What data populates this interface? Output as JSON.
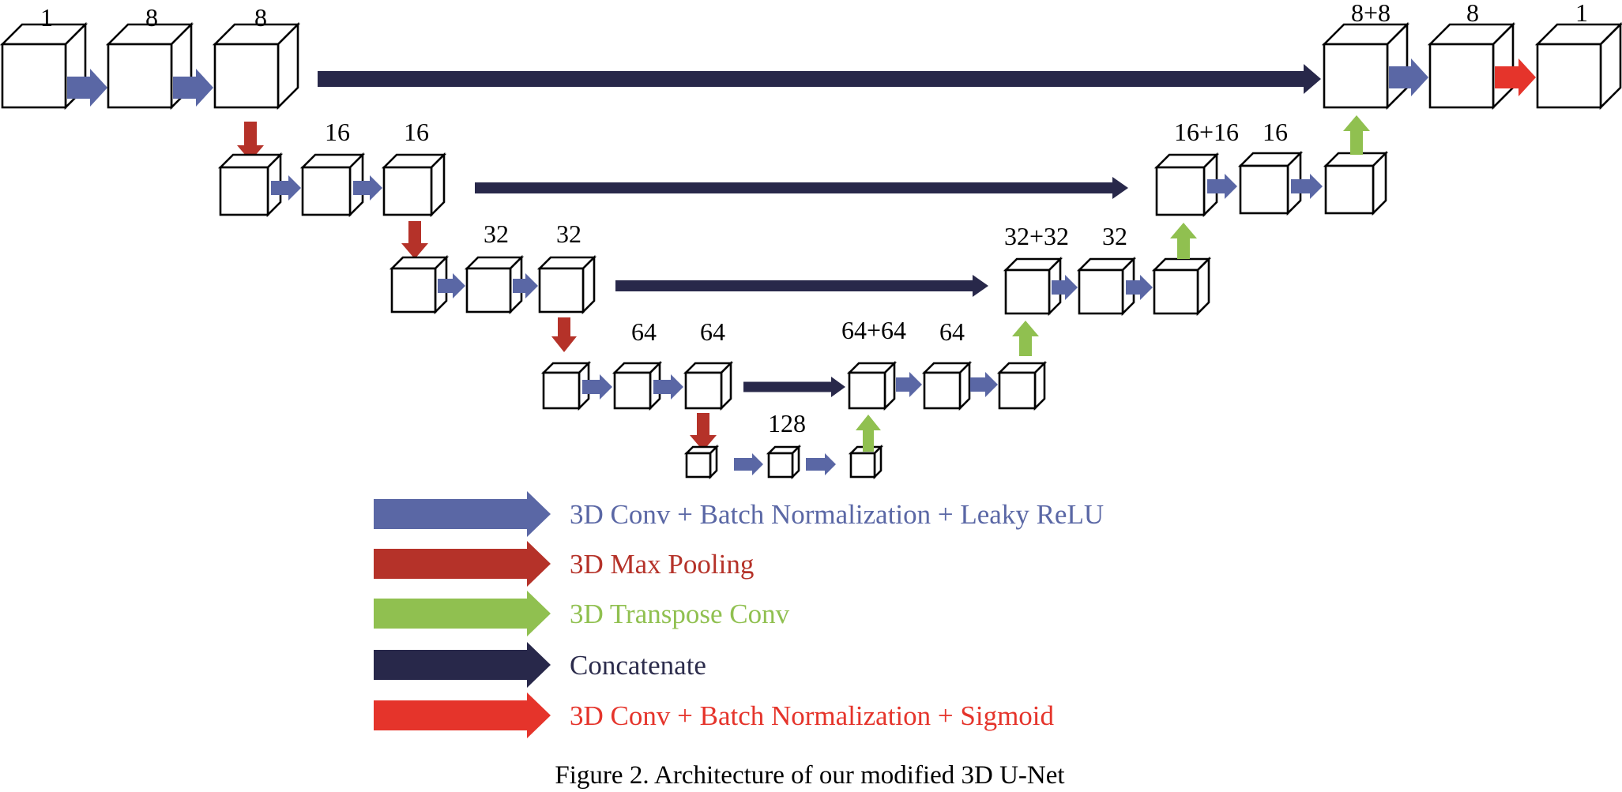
{
  "colors": {
    "conv": "#5a67a5",
    "pool": "#b53229",
    "transpose": "#90c050",
    "concat": "#28284a",
    "sigmoid": "#e5342b",
    "box": "#000000"
  },
  "levels": [
    {
      "id": "L0",
      "encoder_labels": [
        "1",
        "8",
        "8"
      ],
      "decoder_labels": [
        "8+8",
        "8",
        "1"
      ]
    },
    {
      "id": "L1",
      "encoder_labels": [
        "16",
        "16"
      ],
      "decoder_labels": [
        "16+16",
        "16"
      ]
    },
    {
      "id": "L2",
      "encoder_labels": [
        "32",
        "32"
      ],
      "decoder_labels": [
        "32+32",
        "32"
      ]
    },
    {
      "id": "L3",
      "encoder_labels": [
        "64",
        "64"
      ],
      "decoder_labels": [
        "64+64",
        "64"
      ]
    },
    {
      "id": "L4",
      "bottleneck_label": "128"
    }
  ],
  "legend": [
    {
      "key": "conv",
      "text": "3D Conv + Batch Normalization + Leaky ReLU"
    },
    {
      "key": "pool",
      "text": "3D Max Pooling"
    },
    {
      "key": "transpose",
      "text": "3D Transpose Conv"
    },
    {
      "key": "concat",
      "text": "Concatenate"
    },
    {
      "key": "sigmoid",
      "text": "3D Conv + Batch Normalization + Sigmoid"
    }
  ],
  "caption": "Figure 2. Architecture of our modified 3D U-Net"
}
